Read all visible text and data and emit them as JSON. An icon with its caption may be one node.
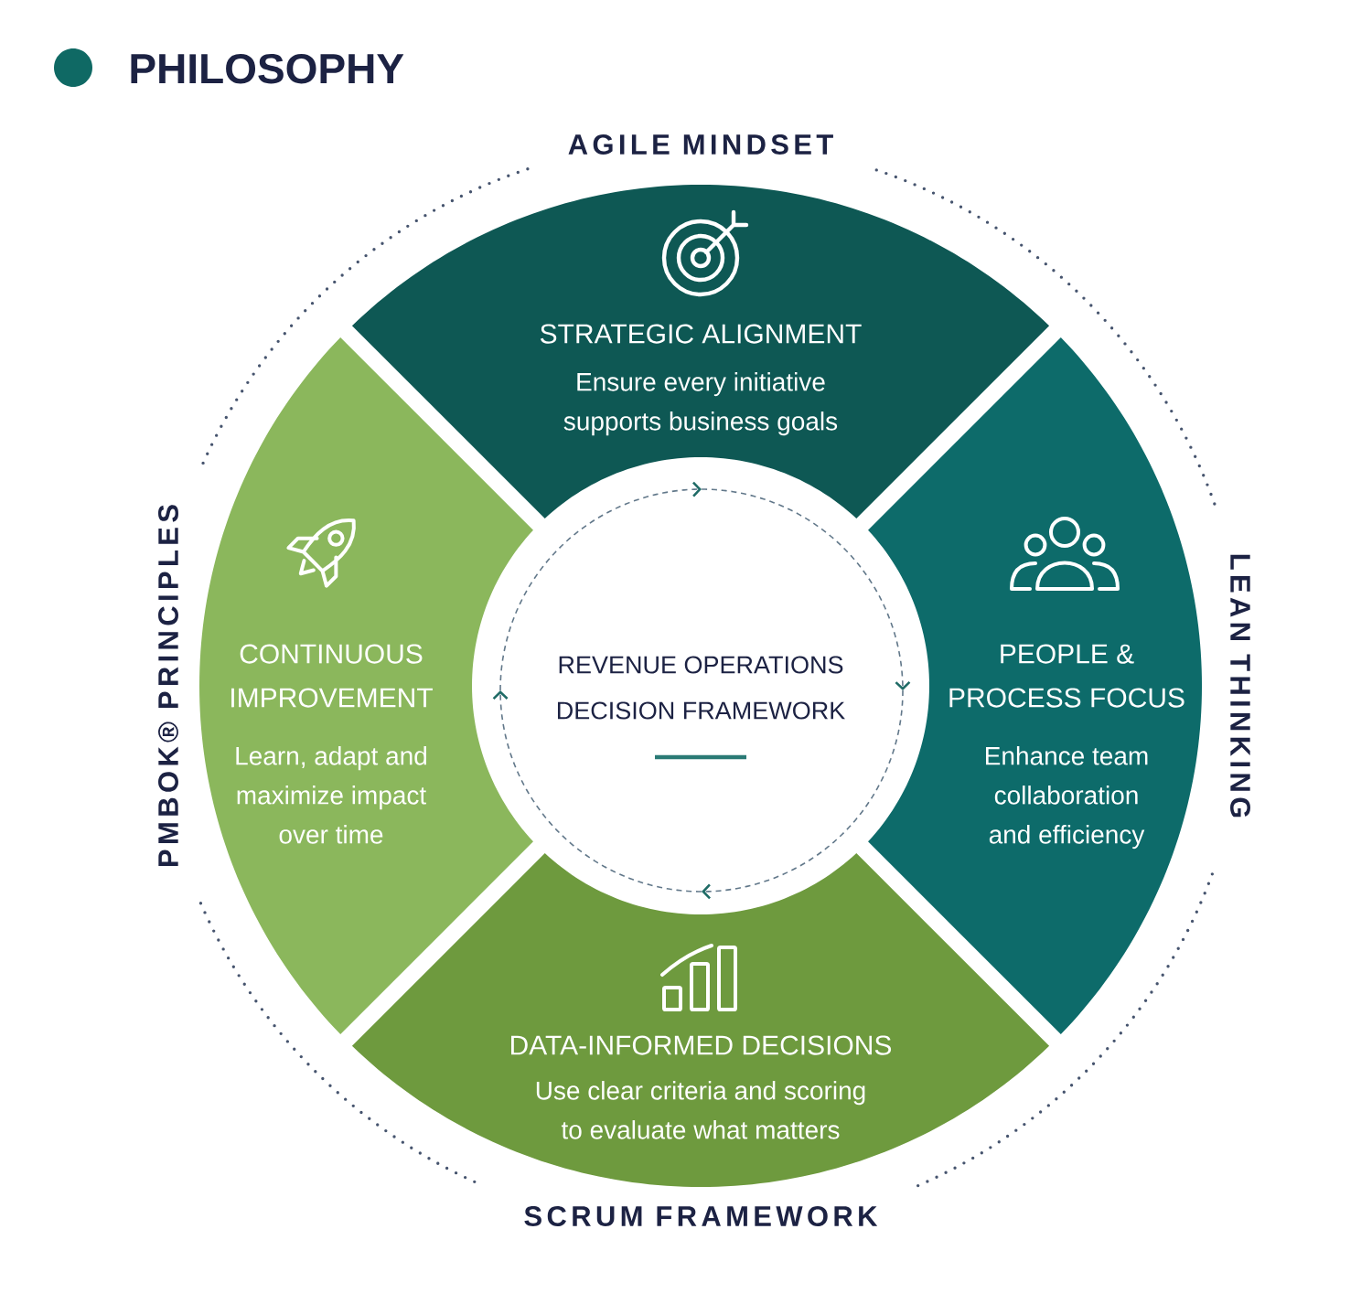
{
  "diagram": {
    "title": "PHILOSOPHY",
    "nodes": [
      {
        "text": [
          "STRATEGIC ALIGNMENT",
          "Ensure every initiative supports business goals"
        ]
      },
      {
        "text": [
          "CONTINUOUS IMPROVEMENT",
          "Learn, adapt and maximize impact over time"
        ]
      },
      {
        "text": [
          "REVENUE OPERATIONS DECISION FRAMEWORK"
        ]
      },
      {
        "text": [
          "PEOPLE & PROCESS FOCUS",
          "Enhance team collaboration and efficiency"
        ]
      },
      {
        "text": [
          "DATA-INFORMED DECISIONS",
          "Use clear criteria and scoring to evaluate what matters"
        ]
      }
    ],
    "labels": [
      "AGILE MINDSET",
      "PMBOK® PRINCIPLES",
      "LEAN THINKING",
      "SCRUM FRAMEWORK"
    ]
  }
}
